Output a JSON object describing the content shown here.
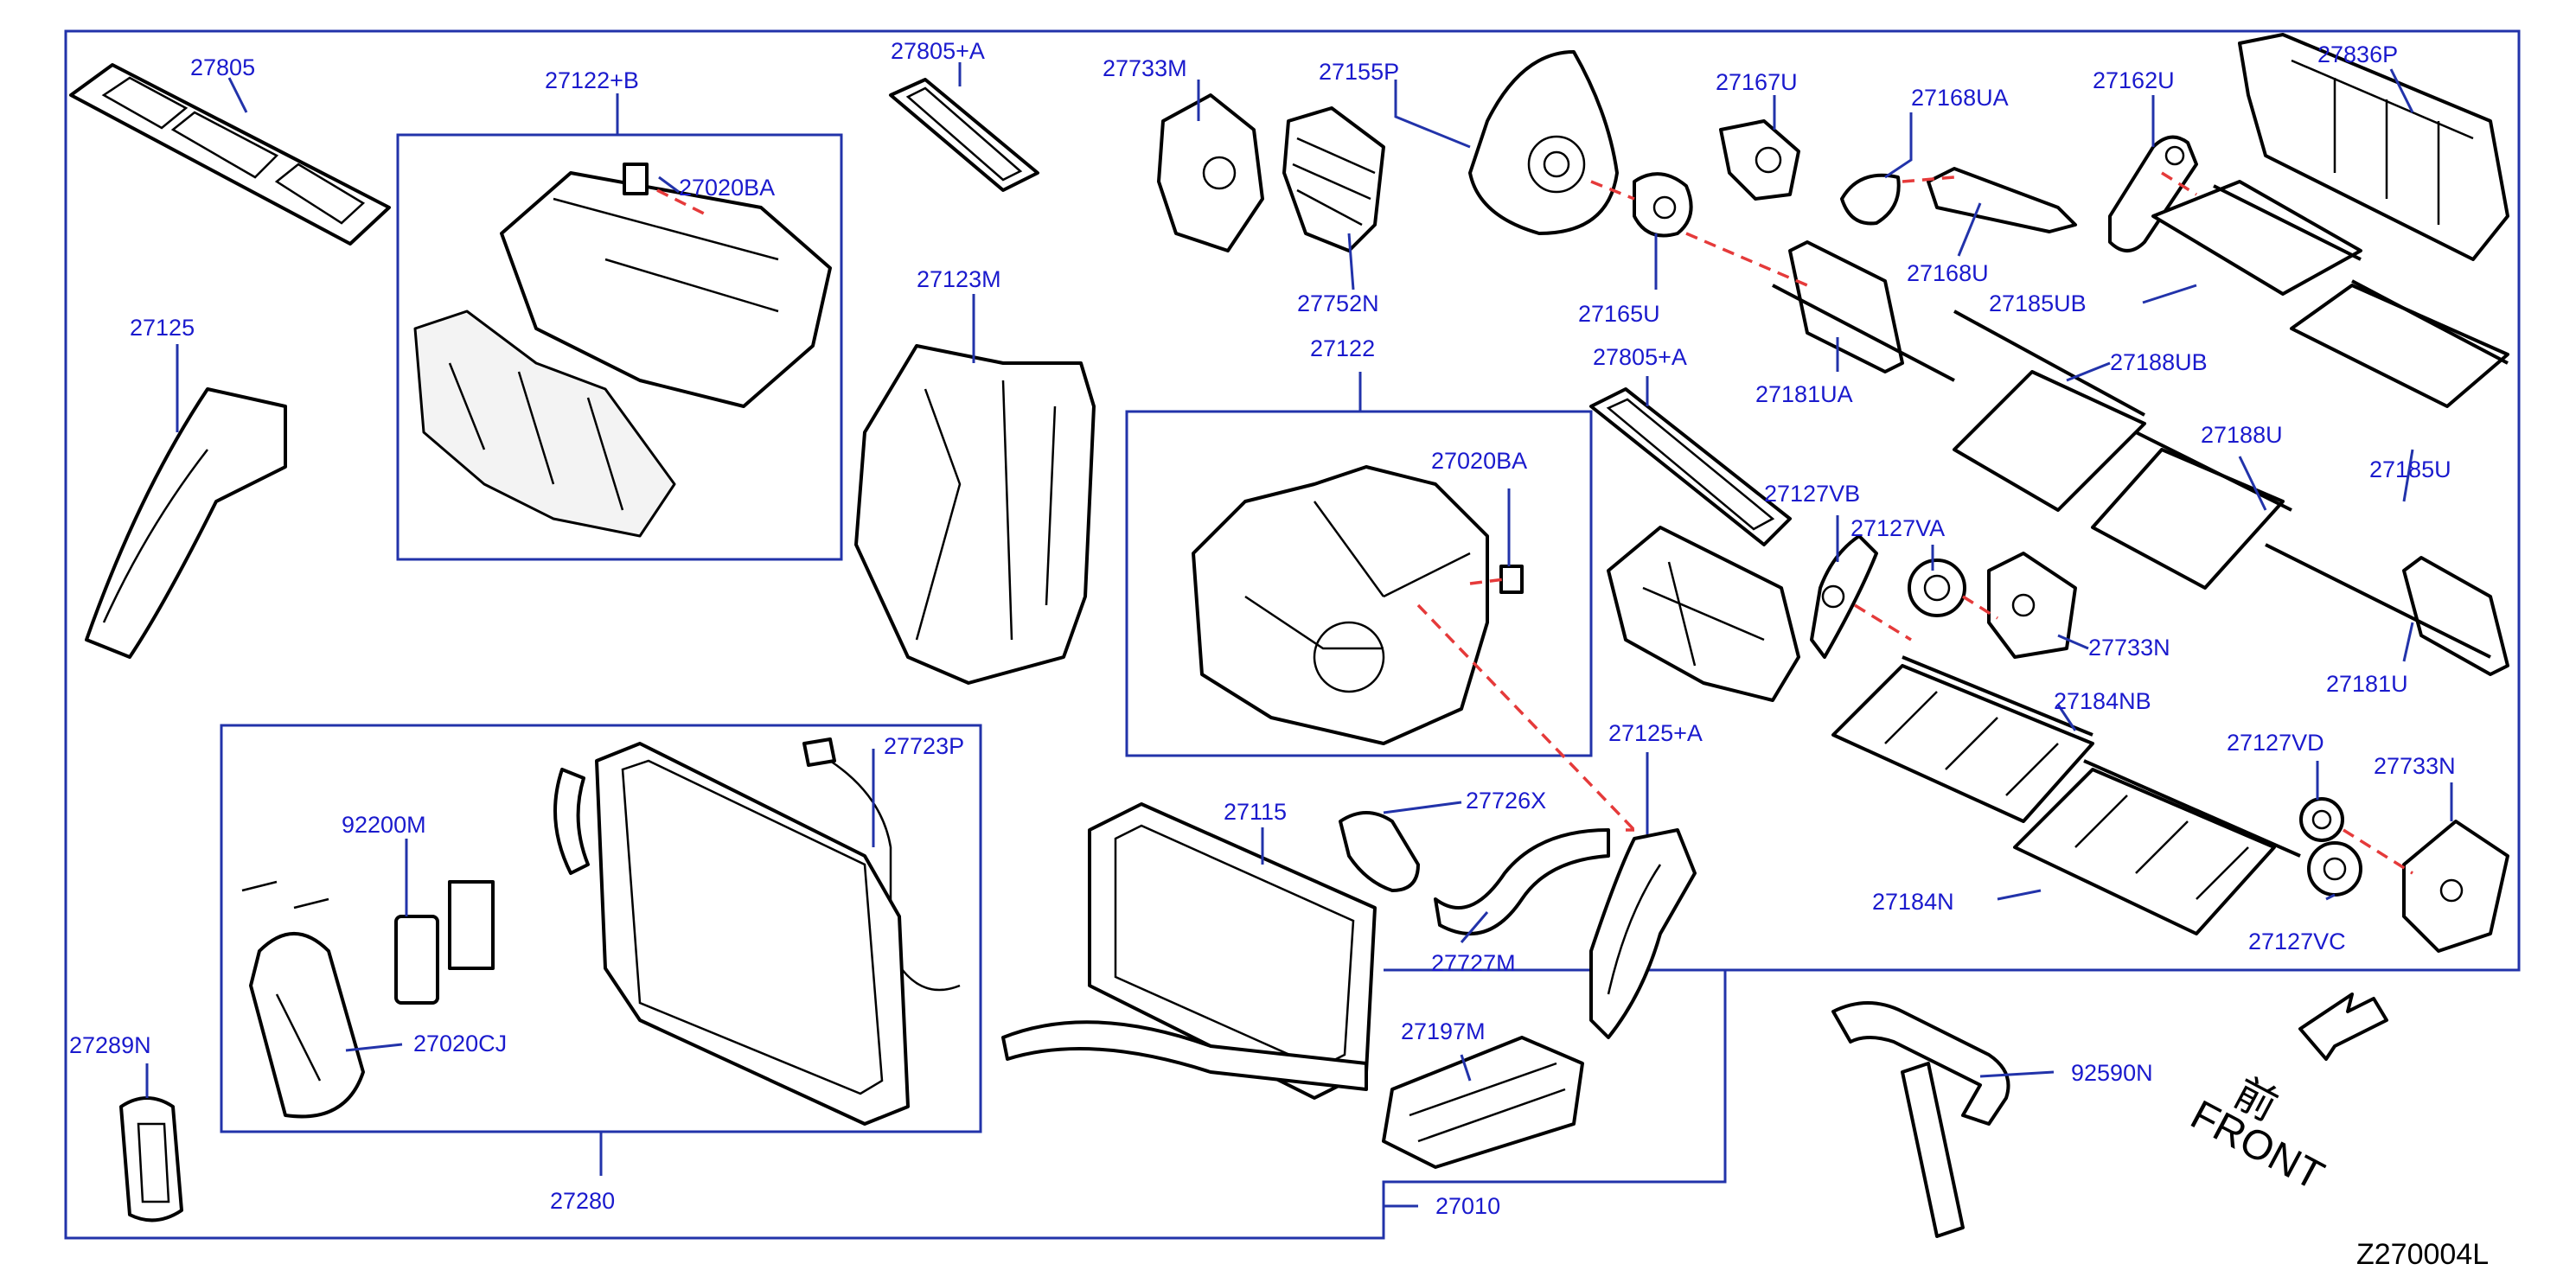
{
  "diagram": {
    "drawing_code": "Z270004L",
    "front_label": "FRONT",
    "front_kanji": "前",
    "parts": {
      "p27805": "27805",
      "p27122B": "27122+B",
      "p27020BA_top": "27020BA",
      "p27805A_top": "27805+A",
      "p27733M": "27733M",
      "p27155P": "27155P",
      "p27752N": "27752N",
      "p27167U": "27167U",
      "p27168UA": "27168UA",
      "p27168U": "27168U",
      "p27162U": "27162U",
      "p27836P": "27836P",
      "p27165U": "27165U",
      "p27185UB": "27185UB",
      "p27181UA": "27181UA",
      "p27188UB": "27188UB",
      "p27125": "27125",
      "p27123M": "27123M",
      "p27122": "27122",
      "p27805A_mid": "27805+A",
      "p27020BA_mid": "27020BA",
      "p27188U": "27188U",
      "p27185U": "27185U",
      "p27127VB": "27127VB",
      "p27127VA": "27127VA",
      "p27733N_mid": "27733N",
      "p27181U": "27181U",
      "p27184NB": "27184NB",
      "p27125A": "27125+A",
      "p27127VD": "27127VD",
      "p27733N_low": "27733N",
      "p27723P": "27723P",
      "p92200M": "92200M",
      "p27115": "27115",
      "p27726X": "27726X",
      "p27727M": "27727M",
      "p27184N": "27184N",
      "p27127VC": "27127VC",
      "p27020CJ": "27020CJ",
      "p27289N": "27289N",
      "p27197M": "27197M",
      "p92590N": "92590N",
      "p27280": "27280",
      "p27010": "27010"
    }
  },
  "colors": {
    "label": "#1a1acd",
    "frame": "#2233aa",
    "dashed_leader": "#e53a3a"
  }
}
